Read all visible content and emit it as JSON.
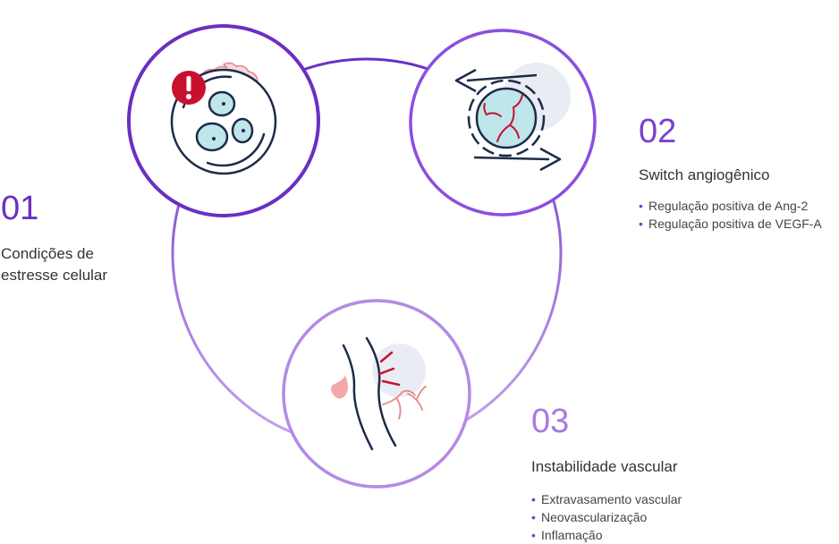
{
  "colors": {
    "accent": "#7b3fd0",
    "accent_light": "#b48ae6",
    "navy": "#1d2b4a",
    "red": "#c8102e",
    "cell_fill": "#bfe6ea",
    "halo": "#e9ecf3",
    "blush": "#f7dada"
  },
  "steps": [
    {
      "number": "01",
      "title": "Condições de estresse celular",
      "icon": "stressed-cell-icon",
      "bullets": []
    },
    {
      "number": "02",
      "title": "Switch angiogênico",
      "icon": "angiogenic-switch-icon",
      "bullets": [
        "Regulação positiva de Ang-2",
        "Regulação positiva de VEGF-A"
      ]
    },
    {
      "number": "03",
      "title": "Instabilidade vascular",
      "icon": "vascular-rupture-icon",
      "bullets": [
        "Extravasamento vascular",
        "Neovascularização",
        "Inflamação"
      ]
    }
  ]
}
